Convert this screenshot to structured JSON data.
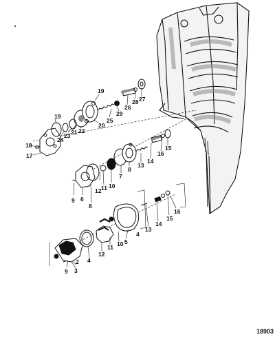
{
  "figure_number": "18903",
  "colors": {
    "ink": "#111111",
    "paper": "#ffffff",
    "shade": "#8a8a8a"
  },
  "callouts": [
    {
      "id": "top-18",
      "text": "18"
    },
    {
      "id": "top-17",
      "text": "17"
    },
    {
      "id": "top-19",
      "text": "19"
    },
    {
      "id": "top-24",
      "text": "24"
    },
    {
      "id": "top-23",
      "text": "23"
    },
    {
      "id": "top-21",
      "text": "21"
    },
    {
      "id": "top-22",
      "text": "22"
    },
    {
      "id": "top-20",
      "text": "20"
    },
    {
      "id": "top-19b",
      "text": "19"
    },
    {
      "id": "top-25",
      "text": "25"
    },
    {
      "id": "top-29",
      "text": "29"
    },
    {
      "id": "top-26",
      "text": "26"
    },
    {
      "id": "top-28",
      "text": "28"
    },
    {
      "id": "top-27",
      "text": "27"
    },
    {
      "id": "mid-9",
      "text": "9"
    },
    {
      "id": "mid-6",
      "text": "6"
    },
    {
      "id": "mid-8",
      "text": "8"
    },
    {
      "id": "mid-12",
      "text": "12"
    },
    {
      "id": "mid-11",
      "text": "11"
    },
    {
      "id": "mid-10",
      "text": "10"
    },
    {
      "id": "mid-7",
      "text": "7"
    },
    {
      "id": "mid-8b",
      "text": "8"
    },
    {
      "id": "mid-13",
      "text": "13"
    },
    {
      "id": "mid-14",
      "text": "14"
    },
    {
      "id": "mid-16",
      "text": "16"
    },
    {
      "id": "mid-15",
      "text": "15"
    },
    {
      "id": "bot-16",
      "text": "16"
    },
    {
      "id": "bot-15",
      "text": "15"
    },
    {
      "id": "bot-14",
      "text": "14"
    },
    {
      "id": "bot-13",
      "text": "13"
    },
    {
      "id": "bot-5",
      "text": "5"
    },
    {
      "id": "bot-4",
      "text": "4"
    },
    {
      "id": "bot-10",
      "text": "10"
    },
    {
      "id": "bot-11",
      "text": "11"
    },
    {
      "id": "bot-12",
      "text": "12"
    },
    {
      "id": "bot-4b",
      "text": "4"
    },
    {
      "id": "bot-2",
      "text": "2"
    },
    {
      "id": "bot-3",
      "text": "3"
    },
    {
      "id": "bot-9",
      "text": "9"
    }
  ]
}
